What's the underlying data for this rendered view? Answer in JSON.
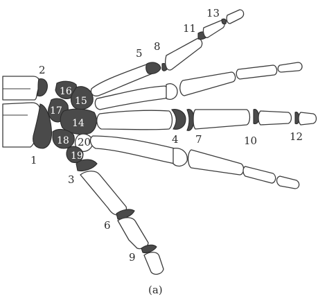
{
  "figure": {
    "caption": "(a)"
  },
  "labels": {
    "l1": "1",
    "l2": "2",
    "l3": "3",
    "l4": "4",
    "l5": "5",
    "l6": "6",
    "l7": "7",
    "l8": "8",
    "l9": "9",
    "l10": "10",
    "l11": "11",
    "l12": "12",
    "l13": "13",
    "l14": "14",
    "l15": "15",
    "l16": "16",
    "l17": "17",
    "l18": "18",
    "l19": "19",
    "l20": "20"
  },
  "colors": {
    "highlight": "#4a4a4a",
    "outline": "#3a3a3a",
    "background": "#ffffff"
  }
}
